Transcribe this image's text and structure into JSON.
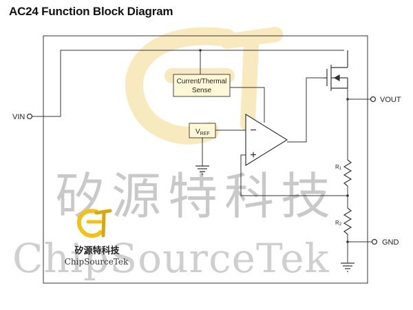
{
  "title": "AC24 Function Block Diagram",
  "blocks": {
    "sense_line1": "Current/Thermal",
    "sense_line2": "Sense",
    "vref_main": "V",
    "vref_sub": "REF"
  },
  "pins": {
    "vin": "VIN",
    "vout": "VOUT",
    "gnd": "GND"
  },
  "resistors": {
    "r1_main": "R",
    "r1_sub": "1",
    "r2_main": "R",
    "r2_sub": "2"
  },
  "opamp": {
    "minus": "−",
    "plus": "+"
  },
  "watermark": {
    "logo_text_cn": "矽源特科技",
    "logo_text_en": "ChipSourceTek",
    "big_cn": "矽源特科技",
    "big_en": "ChipSourceTek"
  },
  "colors": {
    "line": "#333333",
    "block_fill": "#fff8d6",
    "watermark_gold": "#f3d98a"
  }
}
